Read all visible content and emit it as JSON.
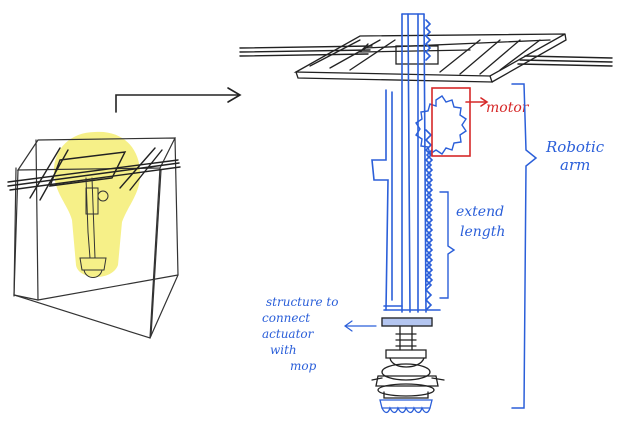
{
  "labels": {
    "motor": "motor",
    "robotic_arm_line1": "Robotic",
    "robotic_arm_line2": "arm",
    "extend_line1": "extend",
    "extend_line2": "length",
    "structure_line1": "structure to",
    "structure_line2": "connect",
    "structure_line3": "actuator",
    "structure_line4": "with",
    "structure_line5": "mop"
  },
  "colors": {
    "ink": "#222222",
    "blue": "#2b5fd9",
    "red": "#d62828",
    "highlight": "#f4ec6a"
  }
}
